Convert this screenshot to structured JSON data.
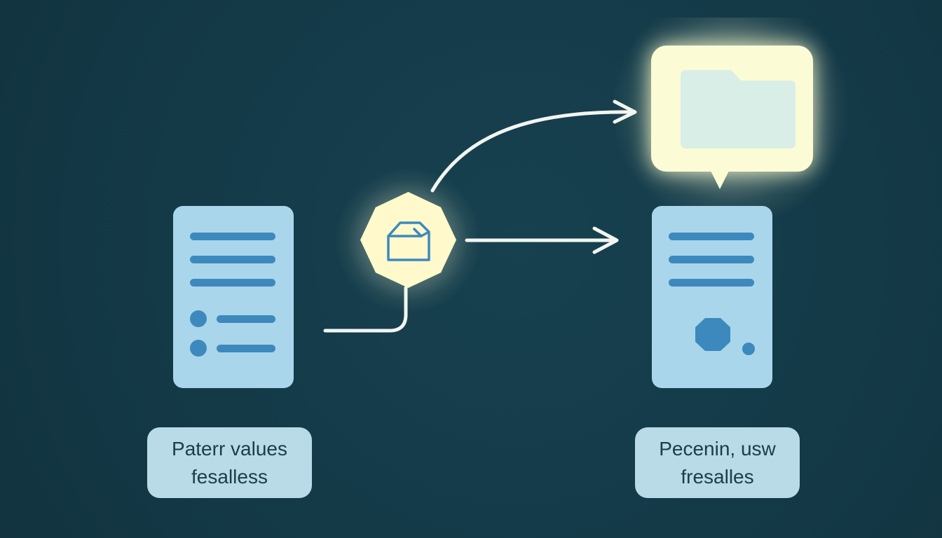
{
  "diagram": {
    "left_label": {
      "line1": "Paterr values",
      "line2": "fesalless"
    },
    "right_label": {
      "line1": "Pecenin, usw",
      "line2": "fresalles"
    },
    "icons": {
      "hub": "open-box-icon",
      "bubble": "folder-icon"
    },
    "colors": {
      "background": "#143a48",
      "card": "#a9d6ea",
      "accent": "#3d89be",
      "glow": "#fff9cc",
      "label_box": "#b8dbe7"
    }
  }
}
